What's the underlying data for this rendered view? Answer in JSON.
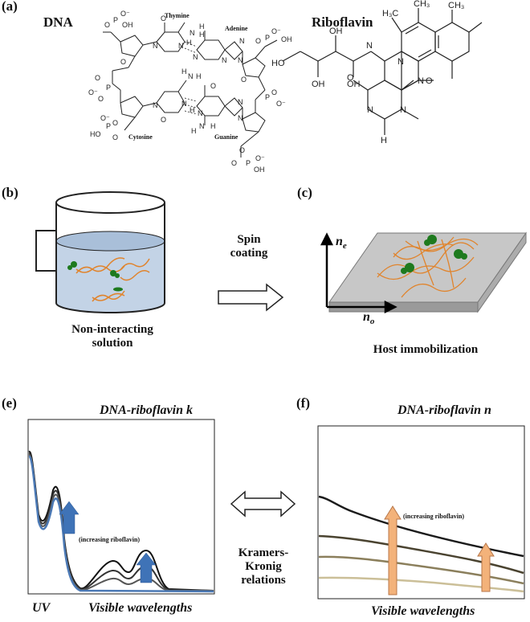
{
  "panels": {
    "a": {
      "label": "(a)",
      "dna_title": "DNA",
      "riboflavin_title": "Riboflavin",
      "bases": {
        "thymine": "Thymine",
        "adenine": "Adenine",
        "cytosine": "Cytosine",
        "guanine": "Guanine"
      }
    },
    "b": {
      "label": "(b)",
      "caption_line1": "Non-interacting",
      "caption_line2": "solution"
    },
    "c": {
      "label": "(c)",
      "caption": "Host immobilization",
      "axis_ne": "n",
      "axis_ne_sub": "e",
      "axis_no": "n",
      "axis_no_sub": "o"
    },
    "spin": {
      "line1": "Spin",
      "line2": "coating"
    },
    "e": {
      "label": "(e)",
      "title": "DNA-riboflavin k",
      "annotation": "(increasing riboflavin)",
      "x_left": "UV",
      "x_right": "Visible wavelengths"
    },
    "f": {
      "label": "(f)",
      "title": "DNA-riboflavin n",
      "annotation": "(increasing riboflavin)",
      "x_label": "Visible wavelengths"
    },
    "kk": {
      "line1": "Kramers-",
      "line2": "Kronig",
      "line3": "relations"
    }
  },
  "colors": {
    "arrow_blue": "#3f73b7",
    "arrow_orange": "#f3b27a",
    "dna_orange": "#e0842d",
    "green": "#1e7a1e",
    "liquid": "#c3d3e6",
    "slab": "#c7c7c7"
  }
}
